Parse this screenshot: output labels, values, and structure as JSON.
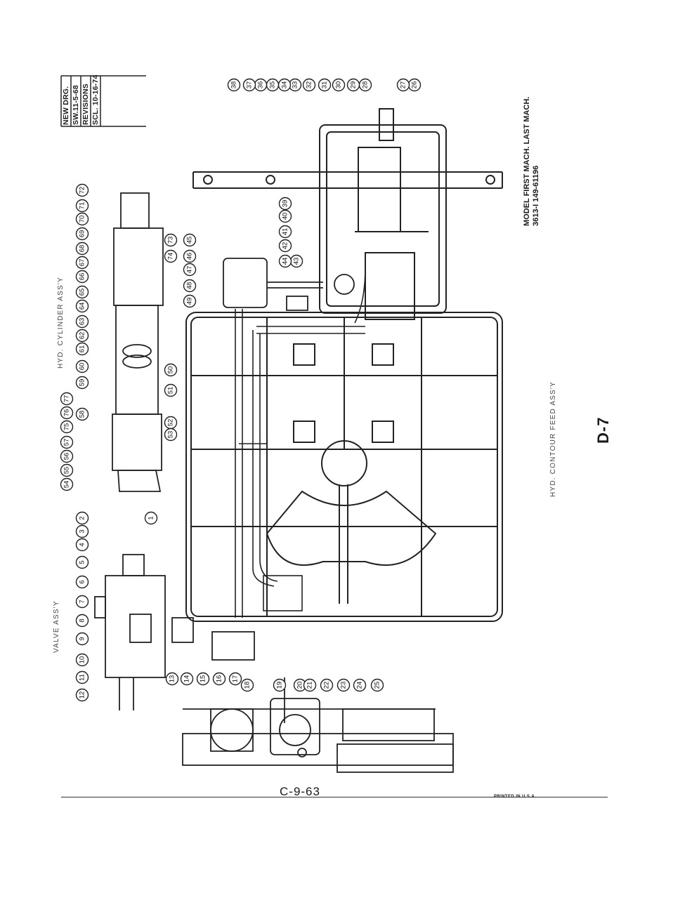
{
  "revision_block": {
    "new_drg": "NEW DRG.",
    "sw_date": "SW.11-5-68",
    "revisions": "REVISIONS",
    "scl_date": "SCL. 10-16-74"
  },
  "assemblies": {
    "cylinder": "HYD. CYLINDER ASS'Y",
    "valve": "VALVE ASS'Y",
    "contour_feed": "HYD. CONTOUR FEED ASS'Y"
  },
  "model_info": {
    "line1": "MODEL  FIRST MACH. LAST MACH.",
    "line2": "3613-I  149-61196"
  },
  "page_id": "D-7",
  "drawing_code": "C-9-63",
  "printed": "PRINTED IN U.S.A.",
  "callouts": [
    "1",
    "2",
    "3",
    "4",
    "5",
    "6",
    "7",
    "8",
    "9",
    "10",
    "11",
    "12",
    "13",
    "14",
    "15",
    "16",
    "17",
    "18",
    "19",
    "20",
    "21",
    "22",
    "23",
    "24",
    "25",
    "26",
    "27",
    "28",
    "29",
    "30",
    "31",
    "32",
    "33",
    "34",
    "35",
    "36",
    "37",
    "38",
    "39",
    "40",
    "41",
    "42",
    "43",
    "44",
    "45",
    "46",
    "47",
    "48",
    "49",
    "50",
    "51",
    "52",
    "53",
    "54",
    "55",
    "56",
    "57",
    "58",
    "59",
    "60",
    "61",
    "62",
    "63",
    "64",
    "65",
    "66",
    "67",
    "68",
    "69",
    "70",
    "71",
    "72",
    "73",
    "74",
    "75",
    "76",
    "77"
  ]
}
